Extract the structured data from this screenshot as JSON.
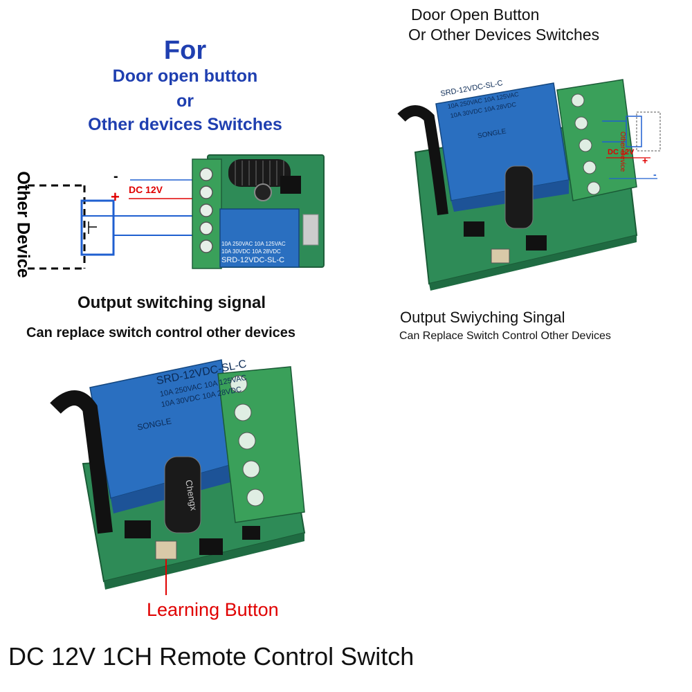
{
  "top_left": {
    "title": "For",
    "line1": "Door open button",
    "line2": "or",
    "line3": "Other devices Switches",
    "minus": "-",
    "plus": "+",
    "dc_label": "DC 12V",
    "other_device": "Other Device",
    "relay_text1": "10A 250VAC  10A 125VAC",
    "relay_text2": "10A 30VDC  10A 28VDC",
    "relay_text3": "SRD-12VDC-SL-C",
    "caption": "Output switching signal",
    "subcaption": "Can replace switch control other devices"
  },
  "top_right": {
    "title1": "Door Open Button",
    "title2": "Or Other Devices Switches",
    "other_device": "Other Device",
    "dc_label": "DC 12V",
    "plus": "+",
    "minus": "-",
    "relay_text1": "SRD-12VDC-SL-C",
    "relay_text2": "10A 250VAC 10A 125VAC",
    "relay_text3": "10A 30VDC 10A 28VDC",
    "brand": "SONGLE",
    "caption": "Output Swiyching Singal",
    "subcaption": "Can Replace Switch Control Other Devices"
  },
  "bottom": {
    "relay_text1": "SRD-12VDC-SL-C",
    "relay_text2": "10A 250VAC 10A 125VAC",
    "relay_text3": "10A 30VDC 10A 28VDC",
    "brand": "SONGLE",
    "capacitor_label": "Chengx",
    "learning_button": "Learning Button",
    "main_title": "DC 12V 1CH Remote Control Switch"
  },
  "colors": {
    "heading_blue": "#1f3fb0",
    "accent_red": "#e00000",
    "pcb_green": "#2e8b57",
    "terminal_green": "#3aa05a",
    "relay_blue": "#2a6fc0"
  }
}
